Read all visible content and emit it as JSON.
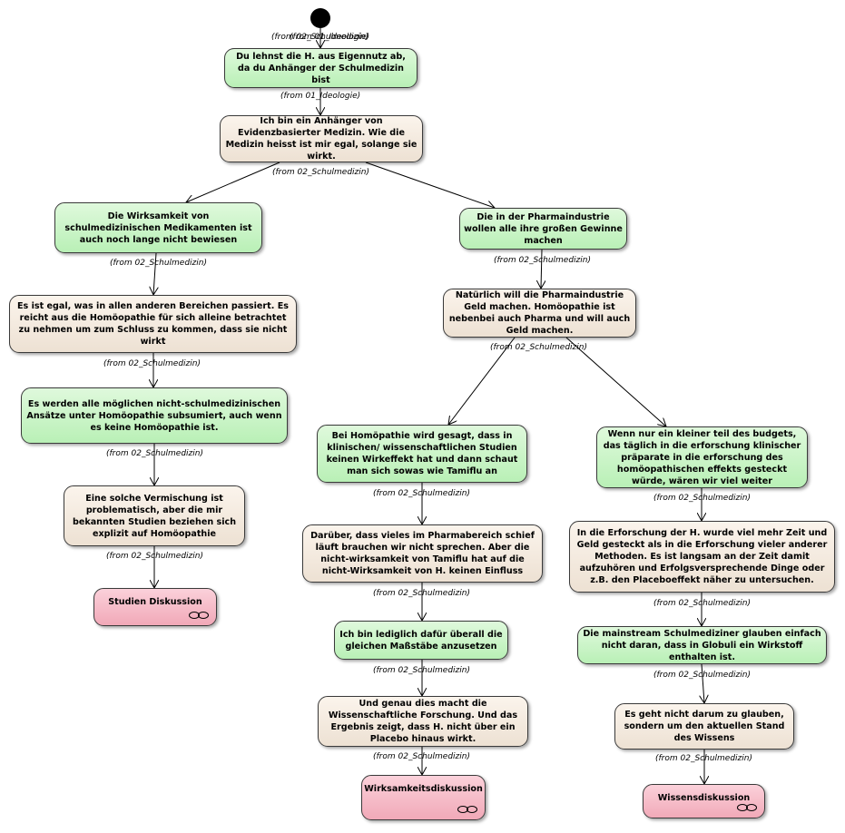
{
  "from_notes": {
    "ideologie": "(from 01_Ideologie)",
    "schulmedizin": "(from 02_Schulmedizin)",
    "top_overlap_a": "(from 02_Schulmedizin)",
    "top_overlap_b": "(from 01_Ideologie)"
  },
  "nodes": {
    "n1": "Du lehnst die H. aus Eigennutz ab, da du Anhänger der Schulmedizin bist",
    "n2": "Ich bin ein Anhänger von Evidenzbasierter Medizin. Wie die Medizin heisst ist mir egal, solange sie wirkt.",
    "n3": "Die Wirksamkeit von schulmedizinischen Medikamenten ist auch noch lange nicht bewiesen",
    "n4": "Die in der Pharmaindustrie wollen alle ihre großen Gewinne machen",
    "n5": "Es ist egal, was in allen anderen Bereichen passiert. Es reicht aus die Homöopathie für sich alleine betrachtet zu nehmen um zum Schluss zu kommen, dass sie nicht wirkt",
    "n6": "Natürlich will die Pharmaindustrie Geld machen. Homöopathie ist nebenbei auch Pharma und will auch Geld machen.",
    "n7": "Es werden alle möglichen nicht-schulmedizinischen Ansätze unter Homöopathie subsumiert, auch wenn es keine Homöopathie ist.",
    "n8": "Eine solche Vermischung ist problematisch, aber die mir bekannten Studien beziehen sich explizit auf Homöopathie",
    "n9": "Studien Diskussion",
    "n10": "Bei Homöpathie wird gesagt, dass in klinischen/ wissenschaftlichen Studien keinen Wirkeffekt hat und dann schaut man sich sowas wie Tamiflu an",
    "n11": "Wenn nur ein kleiner teil des budgets, das täglich in die erforschung klinischer präparate in die erforschung des homöopathischen effekts gesteckt würde, wären wir viel weiter",
    "n12": "Darüber, dass vieles im Pharmabereich schief läuft brauchen wir nicht sprechen. Aber die nicht-wirksamkeit von Tamiflu hat auf die nicht-Wirksamkeit von H. keinen Einfluss",
    "n13": "In die Erforschung der H. wurde viel mehr Zeit und Geld gesteckt als in die Erforschung vieler anderer Methoden. Es ist langsam an der Zeit damit aufzuhören und Erfolgsversprechende Dinge oder z.B. den Placeboeffekt näher zu untersuchen.",
    "n14": "Ich bin lediglich dafür überall die gleichen Maßstäbe anzusetzen",
    "n15": "Die mainstream Schulmediziner glauben einfach nicht daran, dass in Globuli ein Wirkstoff enthalten ist.",
    "n16": "Und genau dies macht die Wissenschaftliche Forschung. Und das Ergebnis zeigt, dass H. nicht über ein Placebo hinaus wirkt.",
    "n17": "Es geht nicht darum zu glauben, sondern um den aktuellen Stand des Wissens",
    "n18": "Wirksamkeitsdiskussion",
    "n19": "Wissensdiskussion"
  },
  "colors": {
    "green": "#c8f4c4",
    "beige": "#f3e9de",
    "pink": "#f5b9c5",
    "edge": "#000000"
  },
  "icons": {
    "start": "initial-state-dot",
    "link": "chain-link-icon"
  }
}
